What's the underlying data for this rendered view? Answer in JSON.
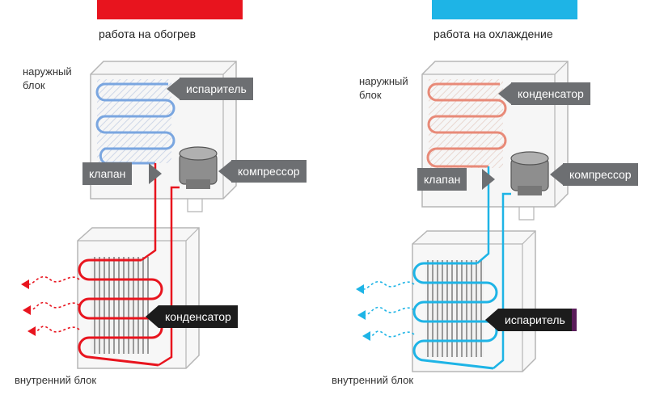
{
  "colors": {
    "heat": "#e8141e",
    "cool": "#1eb4e6",
    "tag_gray": "#6d6f72",
    "tag_dark": "#1c1c1c",
    "tag_purple": "#5a1c5a"
  },
  "heating": {
    "title": "работа на обогрев",
    "outdoor_unit": "наружный блок",
    "evaporator": "испаритель",
    "valve": "клапан",
    "compressor": "компрессор",
    "condenser": "конденсатор",
    "indoor_unit": "внутренний блок"
  },
  "cooling": {
    "title": "работа на охлаждение",
    "outdoor_unit": "наружный блок",
    "condenser": "конденсатор",
    "valve": "клапан",
    "compressor": "компрессор",
    "evaporator": "испаритель",
    "indoor_unit": "внутренний блок"
  }
}
